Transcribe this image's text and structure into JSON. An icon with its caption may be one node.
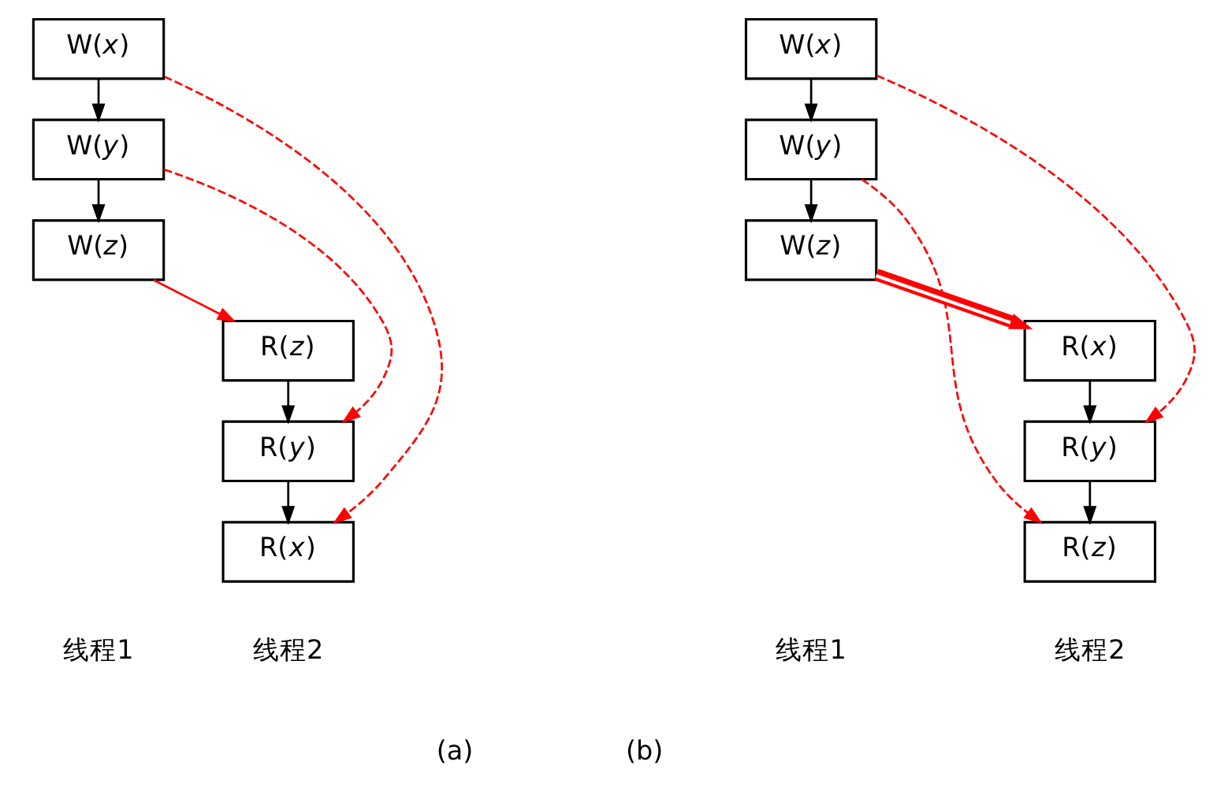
{
  "diagram": {
    "nodes": [
      {
        "text": [
          "W(*x*)"
        ]
      },
      {
        "text": [
          "W(*y*)"
        ]
      },
      {
        "text": [
          "W(*z*)"
        ]
      },
      {
        "text": [
          "R(*z*)"
        ]
      },
      {
        "text": [
          "R(*y*)"
        ]
      },
      {
        "text": [
          "R(*x*)"
        ]
      },
      {
        "text": [
          "W(*x*)"
        ]
      },
      {
        "text": [
          "W(*y*)"
        ]
      },
      {
        "text": [
          "W(*z*)"
        ]
      },
      {
        "text": [
          "R(*x*)"
        ]
      },
      {
        "text": [
          "R(*y*)"
        ]
      },
      {
        "text": [
          "R(*z*)"
        ]
      }
    ],
    "edges": [
      {
        "from": 0,
        "to": 1,
        "arrow": "to"
      },
      {
        "from": 1,
        "to": 2,
        "arrow": "to"
      },
      {
        "from": 3,
        "to": 4,
        "arrow": "to"
      },
      {
        "from": 4,
        "to": 5,
        "arrow": "to"
      },
      {
        "from": 2,
        "to": 3,
        "arrow": "to",
        "color": "#ff0000"
      },
      {
        "from": 1,
        "to": 4,
        "arrow": "to",
        "style": "dashed",
        "color": "#ff0000"
      },
      {
        "from": 0,
        "to": 5,
        "arrow": "to",
        "style": "dashed",
        "color": "#ff0000"
      },
      {
        "from": 6,
        "to": 7,
        "arrow": "to"
      },
      {
        "from": 7,
        "to": 8,
        "arrow": "to"
      },
      {
        "from": 9,
        "to": 10,
        "arrow": "to"
      },
      {
        "from": 10,
        "to": 11,
        "arrow": "to"
      },
      {
        "from": 8,
        "to": 9,
        "arrow": "to",
        "style": "thick",
        "color": "#ff0000"
      },
      {
        "from": 6,
        "to": 10,
        "arrow": "to",
        "style": "dashed",
        "color": "#ff0000"
      },
      {
        "from": 7,
        "to": 11,
        "arrow": "to",
        "style": "dashed",
        "color": "#ff0000"
      }
    ],
    "labels": [
      "线程1",
      "线程2",
      "线程1",
      "线程2",
      "(a)",
      "(b)"
    ]
  }
}
